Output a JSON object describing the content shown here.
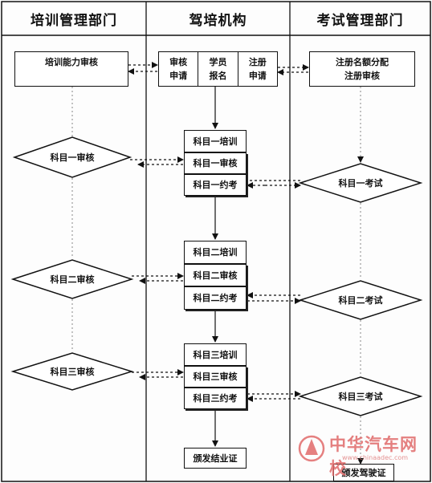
{
  "headers": {
    "training_dept": "培训管理部门",
    "driving_school": "驾培机构",
    "exam_dept": "考试管理部门"
  },
  "left": {
    "capability_review": "培训能力审核",
    "subject1_review": "科目一审核",
    "subject2_review": "科目二审核",
    "subject3_review": "科目三审核"
  },
  "middle": {
    "top_row": {
      "review_apply_1": "审核",
      "review_apply_2": "申请",
      "student_signup_1": "学员",
      "student_signup_2": "报名",
      "register_apply_1": "注册",
      "register_apply_2": "申请"
    },
    "subject1": {
      "training": "科目一培训",
      "review": "科目一审核",
      "booking": "科目一约考"
    },
    "subject2": {
      "training": "科目二培训",
      "review": "科目二审核",
      "booking": "科目二约考"
    },
    "subject3": {
      "training": "科目三培训",
      "review": "科目三审核",
      "booking": "科目三约考"
    },
    "graduation": "颁发结业证"
  },
  "right": {
    "quota_1": "注册名额分配",
    "quota_2": "注册审核",
    "subject1_exam": "科目一考试",
    "subject2_exam": "科目二考试",
    "subject3_exam": "科目三考试",
    "license": "颁发驾驶证"
  },
  "watermark": {
    "text": "中华汽车网校",
    "url": "www.chinaadec.com",
    "color": "#e06a6a"
  }
}
